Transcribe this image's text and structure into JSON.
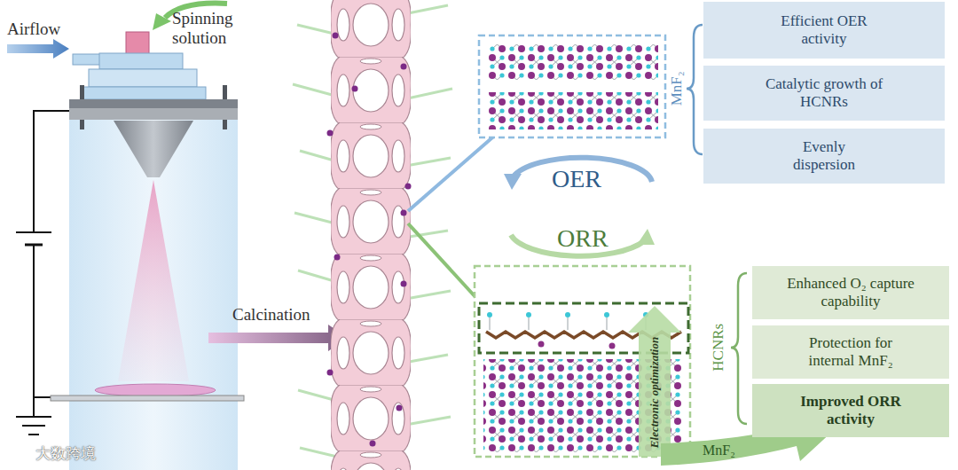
{
  "diagram": {
    "nodes": [
      {
        "text": [
          "Efficient OER activity"
        ]
      },
      {
        "text": [
          "Catalytic growth of HCNRs"
        ]
      },
      {
        "text": [
          "Evenly dispersion"
        ]
      },
      {
        "text": [
          "Enhanced O₂ capture capability"
        ]
      },
      {
        "text": [
          "Protection for internal MnF₂"
        ]
      },
      {
        "text": [
          "Improved ORR activity"
        ]
      }
    ],
    "labels": [
      "Airflow",
      "Spinning solution",
      "Calcination",
      "MnF₂",
      "OER",
      "ORR",
      "HCNRs",
      "Electronic optimization",
      "MnF₂",
      "大数跨境"
    ]
  }
}
